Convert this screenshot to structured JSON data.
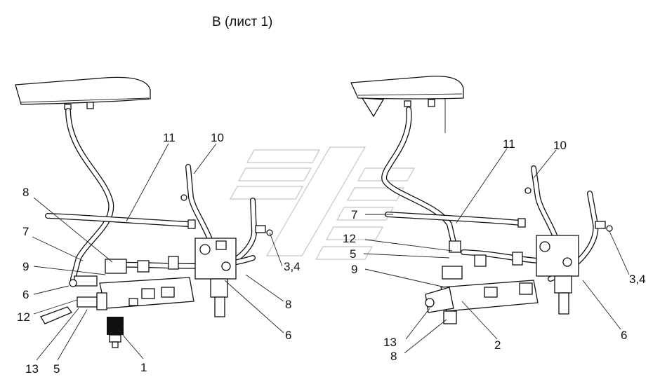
{
  "title": "В (лист 1)",
  "left_view": {
    "callouts": [
      "11",
      "10",
      "8",
      "7",
      "9",
      "6",
      "12",
      "13",
      "5",
      "1",
      "3,4",
      "8",
      "6"
    ]
  },
  "right_view": {
    "callouts": [
      "11",
      "10",
      "7",
      "12",
      "5",
      "9",
      "3,4",
      "6",
      "2",
      "13",
      "8"
    ]
  }
}
